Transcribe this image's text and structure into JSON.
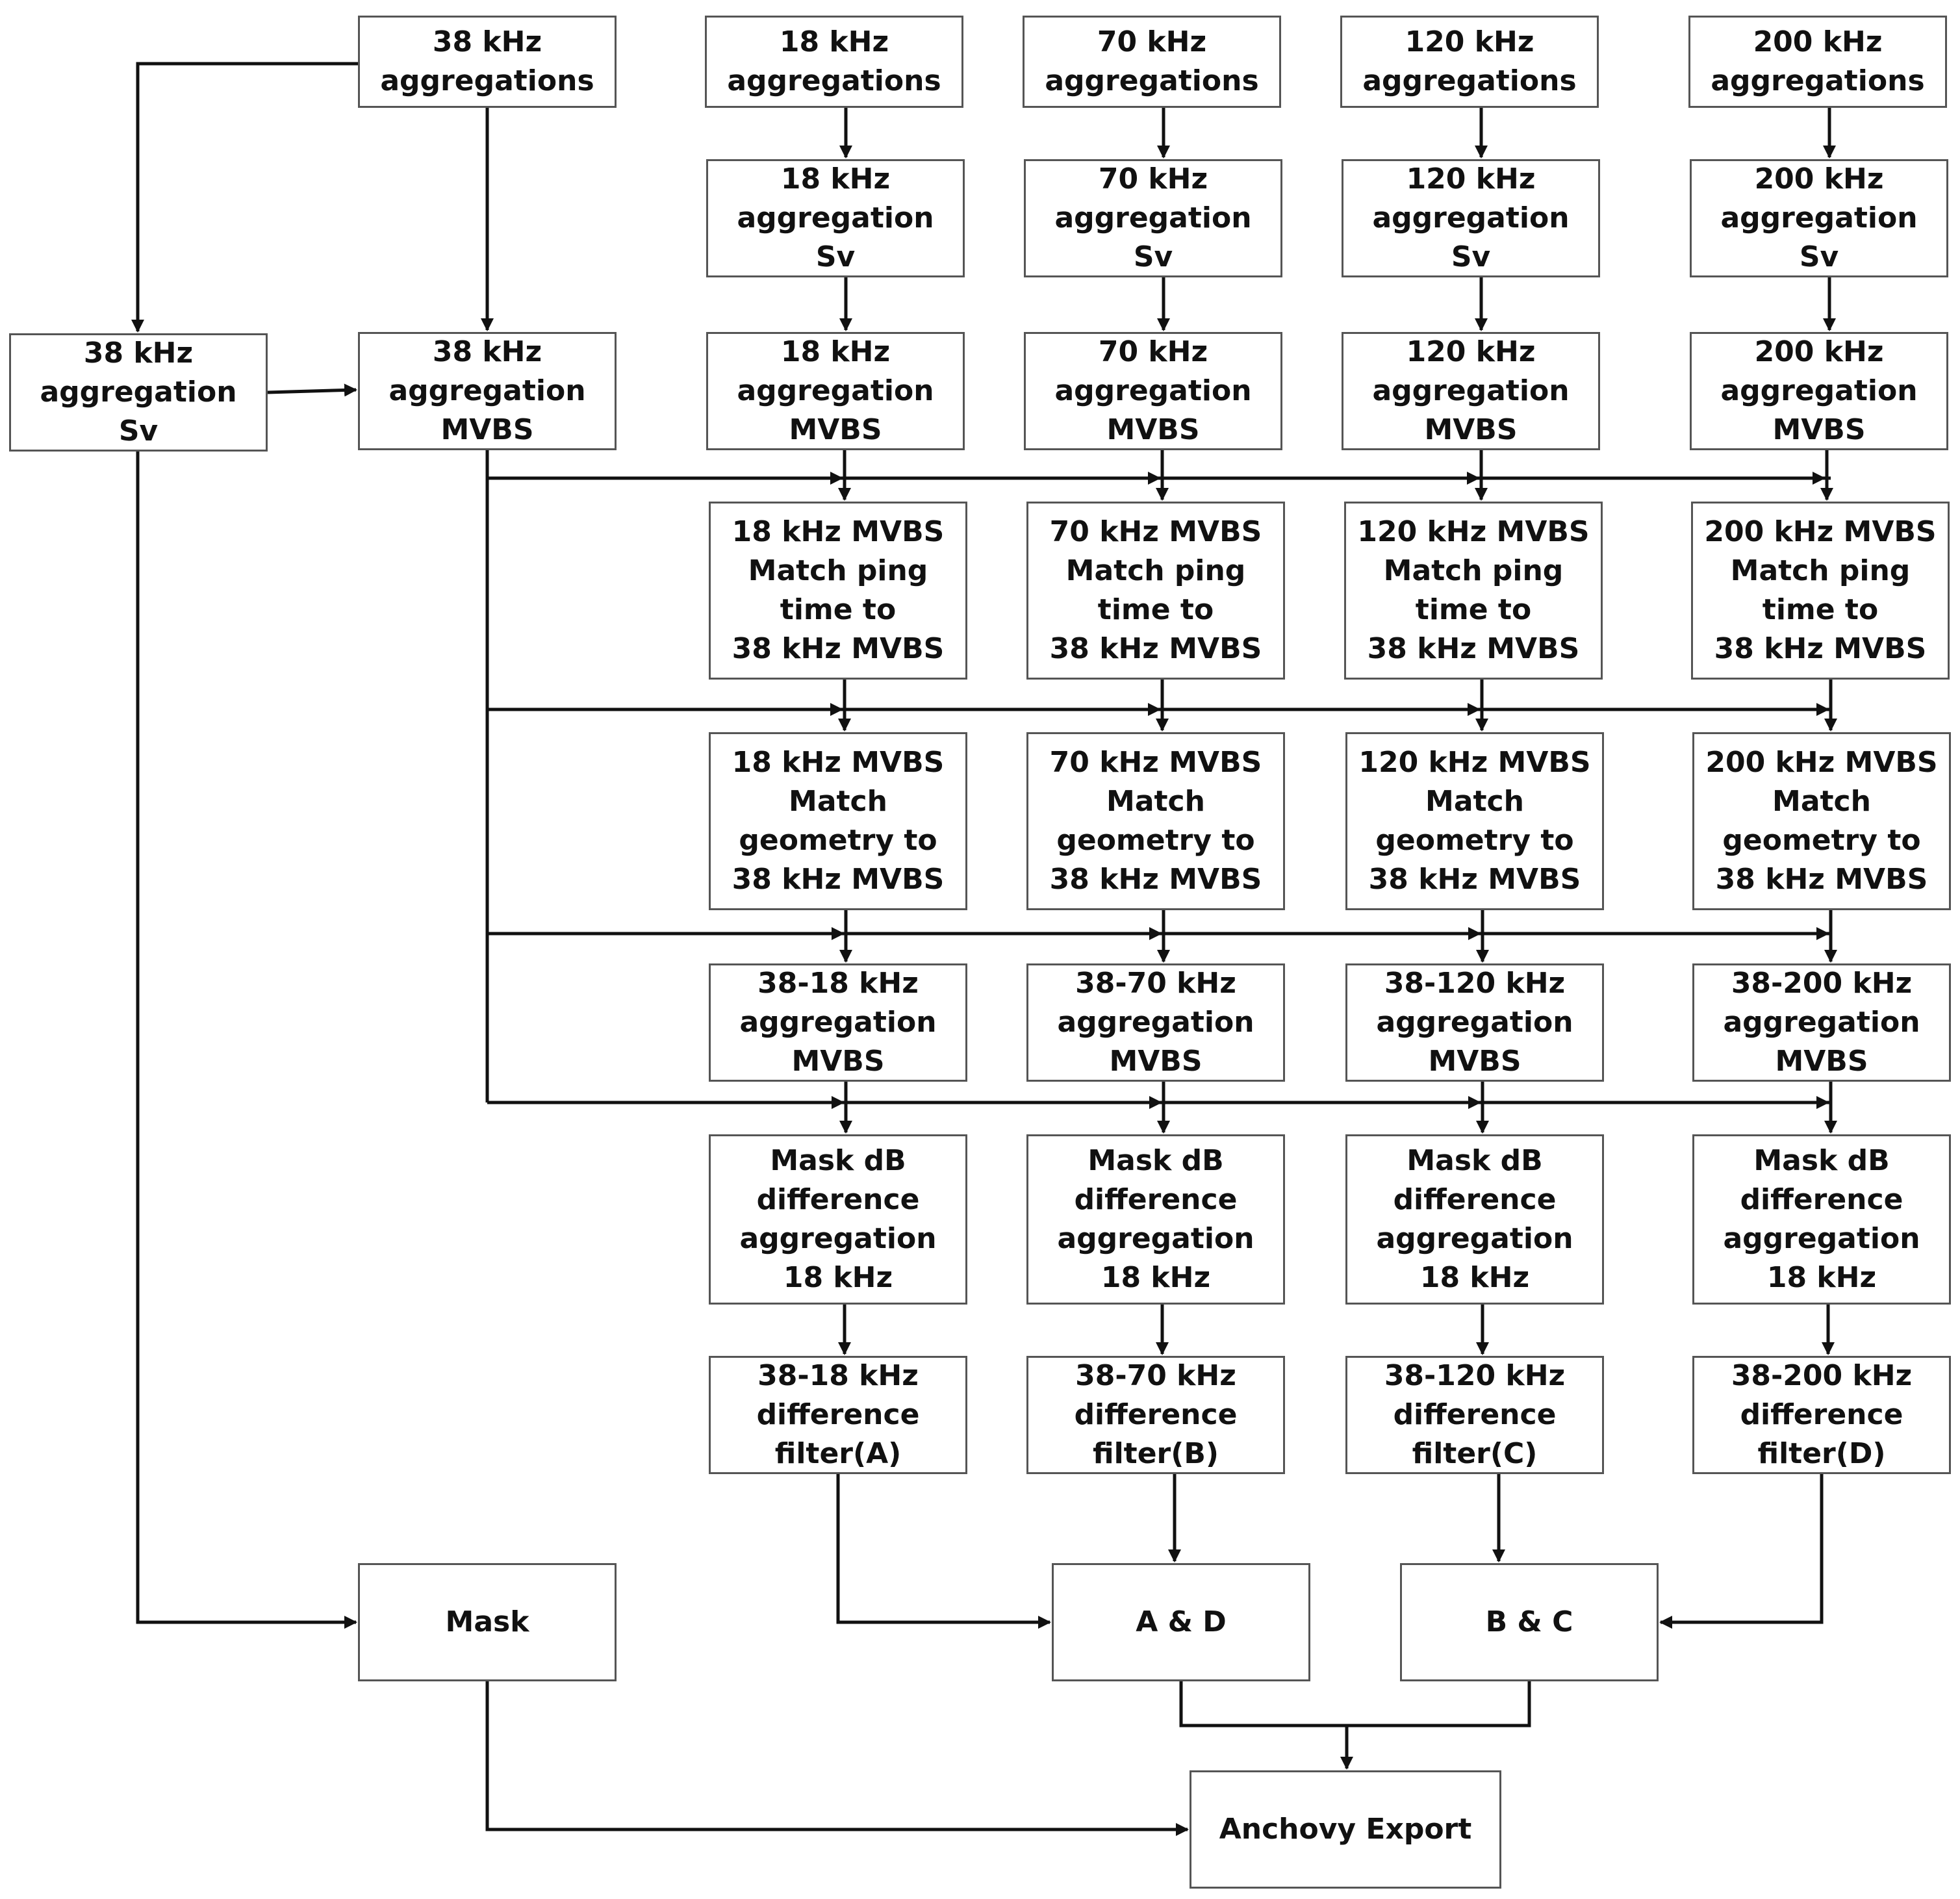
{
  "colors": {
    "line": "#111111",
    "box_border": "#555555",
    "text": "#111111",
    "background": "#ffffff"
  },
  "nodes": {
    "agg_38": "38 kHz\naggregations",
    "agg_18": "18 kHz\naggregations",
    "agg_70": "70 kHz\naggregations",
    "agg_120": "120 kHz\naggregations",
    "agg_200": "200 kHz\naggregations",
    "sv_18": "18 kHz\naggregation\nSv",
    "sv_70": "70 kHz\naggregation\nSv",
    "sv_120": "120 kHz\naggregation\nSv",
    "sv_200": "200 kHz\naggregation\nSv",
    "sv_38": "38 kHz\naggregation\nSv",
    "mvbs_38": "38 kHz\naggregation\nMVBS",
    "mvbs_18": "18 kHz\naggregation\nMVBS",
    "mvbs_70": "70 kHz\naggregation\nMVBS",
    "mvbs_120": "120 kHz\naggregation\nMVBS",
    "mvbs_200": "200 kHz\naggregation\nMVBS",
    "ping_18": "18 kHz MVBS\nMatch ping\ntime to\n38 kHz MVBS",
    "ping_70": "70 kHz MVBS\nMatch ping\ntime to\n38 kHz MVBS",
    "ping_120": "120 kHz MVBS\nMatch ping\ntime to\n38 kHz MVBS",
    "ping_200": "200 kHz MVBS\nMatch ping\ntime to\n38 kHz MVBS",
    "geom_18": "18 kHz MVBS\nMatch\ngeometry to\n38 kHz MVBS",
    "geom_70": "70 kHz MVBS\nMatch\ngeometry to\n38 kHz MVBS",
    "geom_120": "120 kHz MVBS\nMatch\ngeometry to\n38 kHz MVBS",
    "geom_200": "200 kHz MVBS\nMatch\ngeometry to\n38 kHz MVBS",
    "diff_18": "38-18 kHz\naggregation\nMVBS",
    "diff_70": "38-70 kHz\naggregation\nMVBS",
    "diff_120": "38-120 kHz\naggregation\nMVBS",
    "diff_200": "38-200 kHz\naggregation\nMVBS",
    "maskdb_18": "Mask dB\ndifference\naggregation\n18 kHz",
    "maskdb_70": "Mask dB\ndifference\naggregation\n18 kHz",
    "maskdb_120": "Mask dB\ndifference\naggregation\n18 kHz",
    "maskdb_200": "Mask dB\ndifference\naggregation\n18 kHz",
    "filter_a": "38-18 kHz\ndifference\nfilter(A)",
    "filter_b": "38-70 kHz\ndifference\nfilter(B)",
    "filter_c": "38-120 kHz\ndifference\nfilter(C)",
    "filter_d": "38-200 kHz\ndifference\nfilter(D)",
    "mask": "Mask",
    "a_and_d": "A & D",
    "b_and_c": "B & C",
    "anchovy_export": "Anchovy Export"
  }
}
